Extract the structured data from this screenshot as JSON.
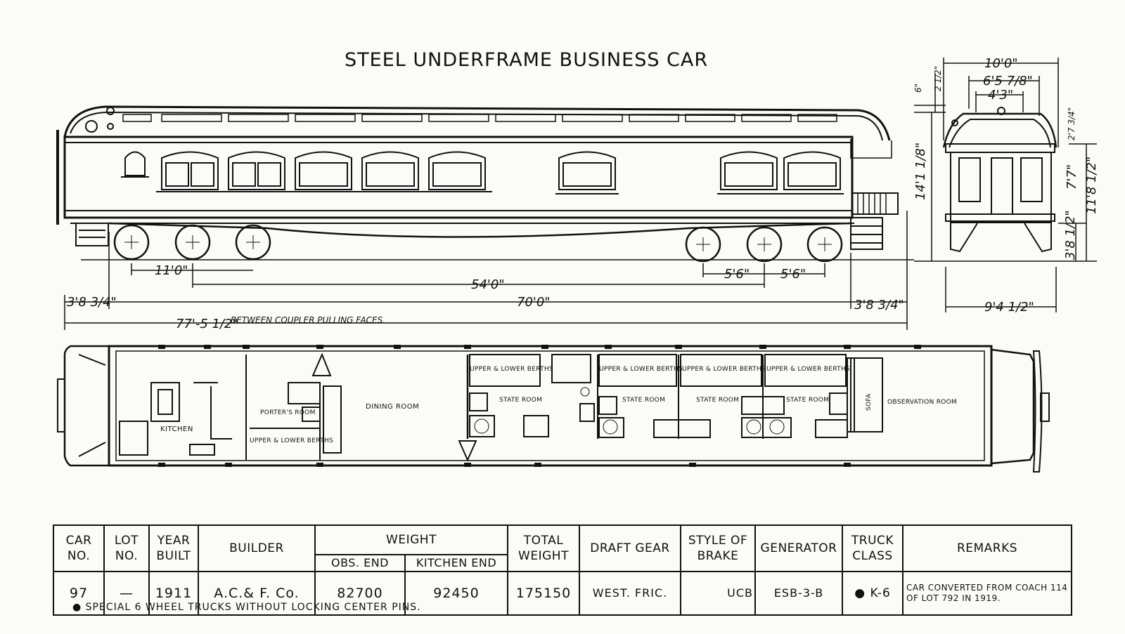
{
  "title": "STEEL UNDERFRAME BUSINESS CAR",
  "dimensions": {
    "wheelbase_truck": "11'0\"",
    "truck_centers": "54'0\"",
    "body_length": "70'0\"",
    "overhang_left": "3'8 3/4\"",
    "overhang_right": "3'8 3/4\"",
    "over_couplers": "77'-5 1/2\"",
    "over_couplers_note": "BETWEEN COUPLER PULLING FACES.",
    "axle_spacing_a": "5'6\"",
    "axle_spacing_b": "5'6\"",
    "overall_width": "10'0\"",
    "width_a": "6'5 7/8\"",
    "width_b": "4'3\"",
    "bottom_width": "9'4 1/2\"",
    "height_total": "14'1 1/8\"",
    "height_side": "11'8 1/2\"",
    "height_roof": "7'7\"",
    "height_low": "3'8 1/2\"",
    "height_top": "6\"",
    "height_clere": "2 1/2\"",
    "height_eave": "2'7 3/4\""
  },
  "rooms": {
    "kitchen": "KITCHEN",
    "porters_room": "PORTER'S ROOM",
    "upper_lower_left": "UPPER & LOWER BERTHS",
    "dining": "DINING ROOM",
    "upper_lower_1": "UPPER & LOWER BERTHS",
    "upper_lower_2": "UPPER & LOWER BERTHS",
    "upper_lower_3": "UPPER & LOWER BERTHS",
    "upper_lower_4": "UPPER & LOWER BERTHS",
    "state_room_1": "STATE ROOM",
    "state_room_2": "STATE ROOM",
    "state_room_3": "STATE ROOM",
    "state_room_4": "STATE ROOM",
    "sofa": "SOFA",
    "observation": "OBSERVATION ROOM"
  },
  "table": {
    "headers": {
      "car_no": "CAR NO.",
      "lot_no": "LOT NO.",
      "year_built": "YEAR BUILT",
      "builder": "BUILDER",
      "weight": "WEIGHT",
      "obs_end": "OBS. END",
      "kitchen_end": "KITCHEN END",
      "total_weight": "TOTAL WEIGHT",
      "draft_gear": "DRAFT GEAR",
      "style_of_brake": "STYLE OF BRAKE",
      "generator": "GENERATOR",
      "truck_class": "TRUCK CLASS",
      "remarks": "REMARKS"
    },
    "row": {
      "car_no": "97",
      "lot_no": "—",
      "year_built": "1911",
      "builder": "A.C.& F. Co.",
      "obs_end": "82700",
      "kitchen_end": "92450",
      "total_weight": "175150",
      "draft_gear": "WEST. FRIC.",
      "style_of_brake": "UCB",
      "generator": "ESB-3-B",
      "truck_class": "● K-6",
      "remarks": "CAR CONVERTED FROM COACH 114 OF LOT 792 IN 1919."
    }
  },
  "footnote": "● SPECIAL 6 WHEEL TRUCKS WITHOUT LOCKING CENTER PINS."
}
